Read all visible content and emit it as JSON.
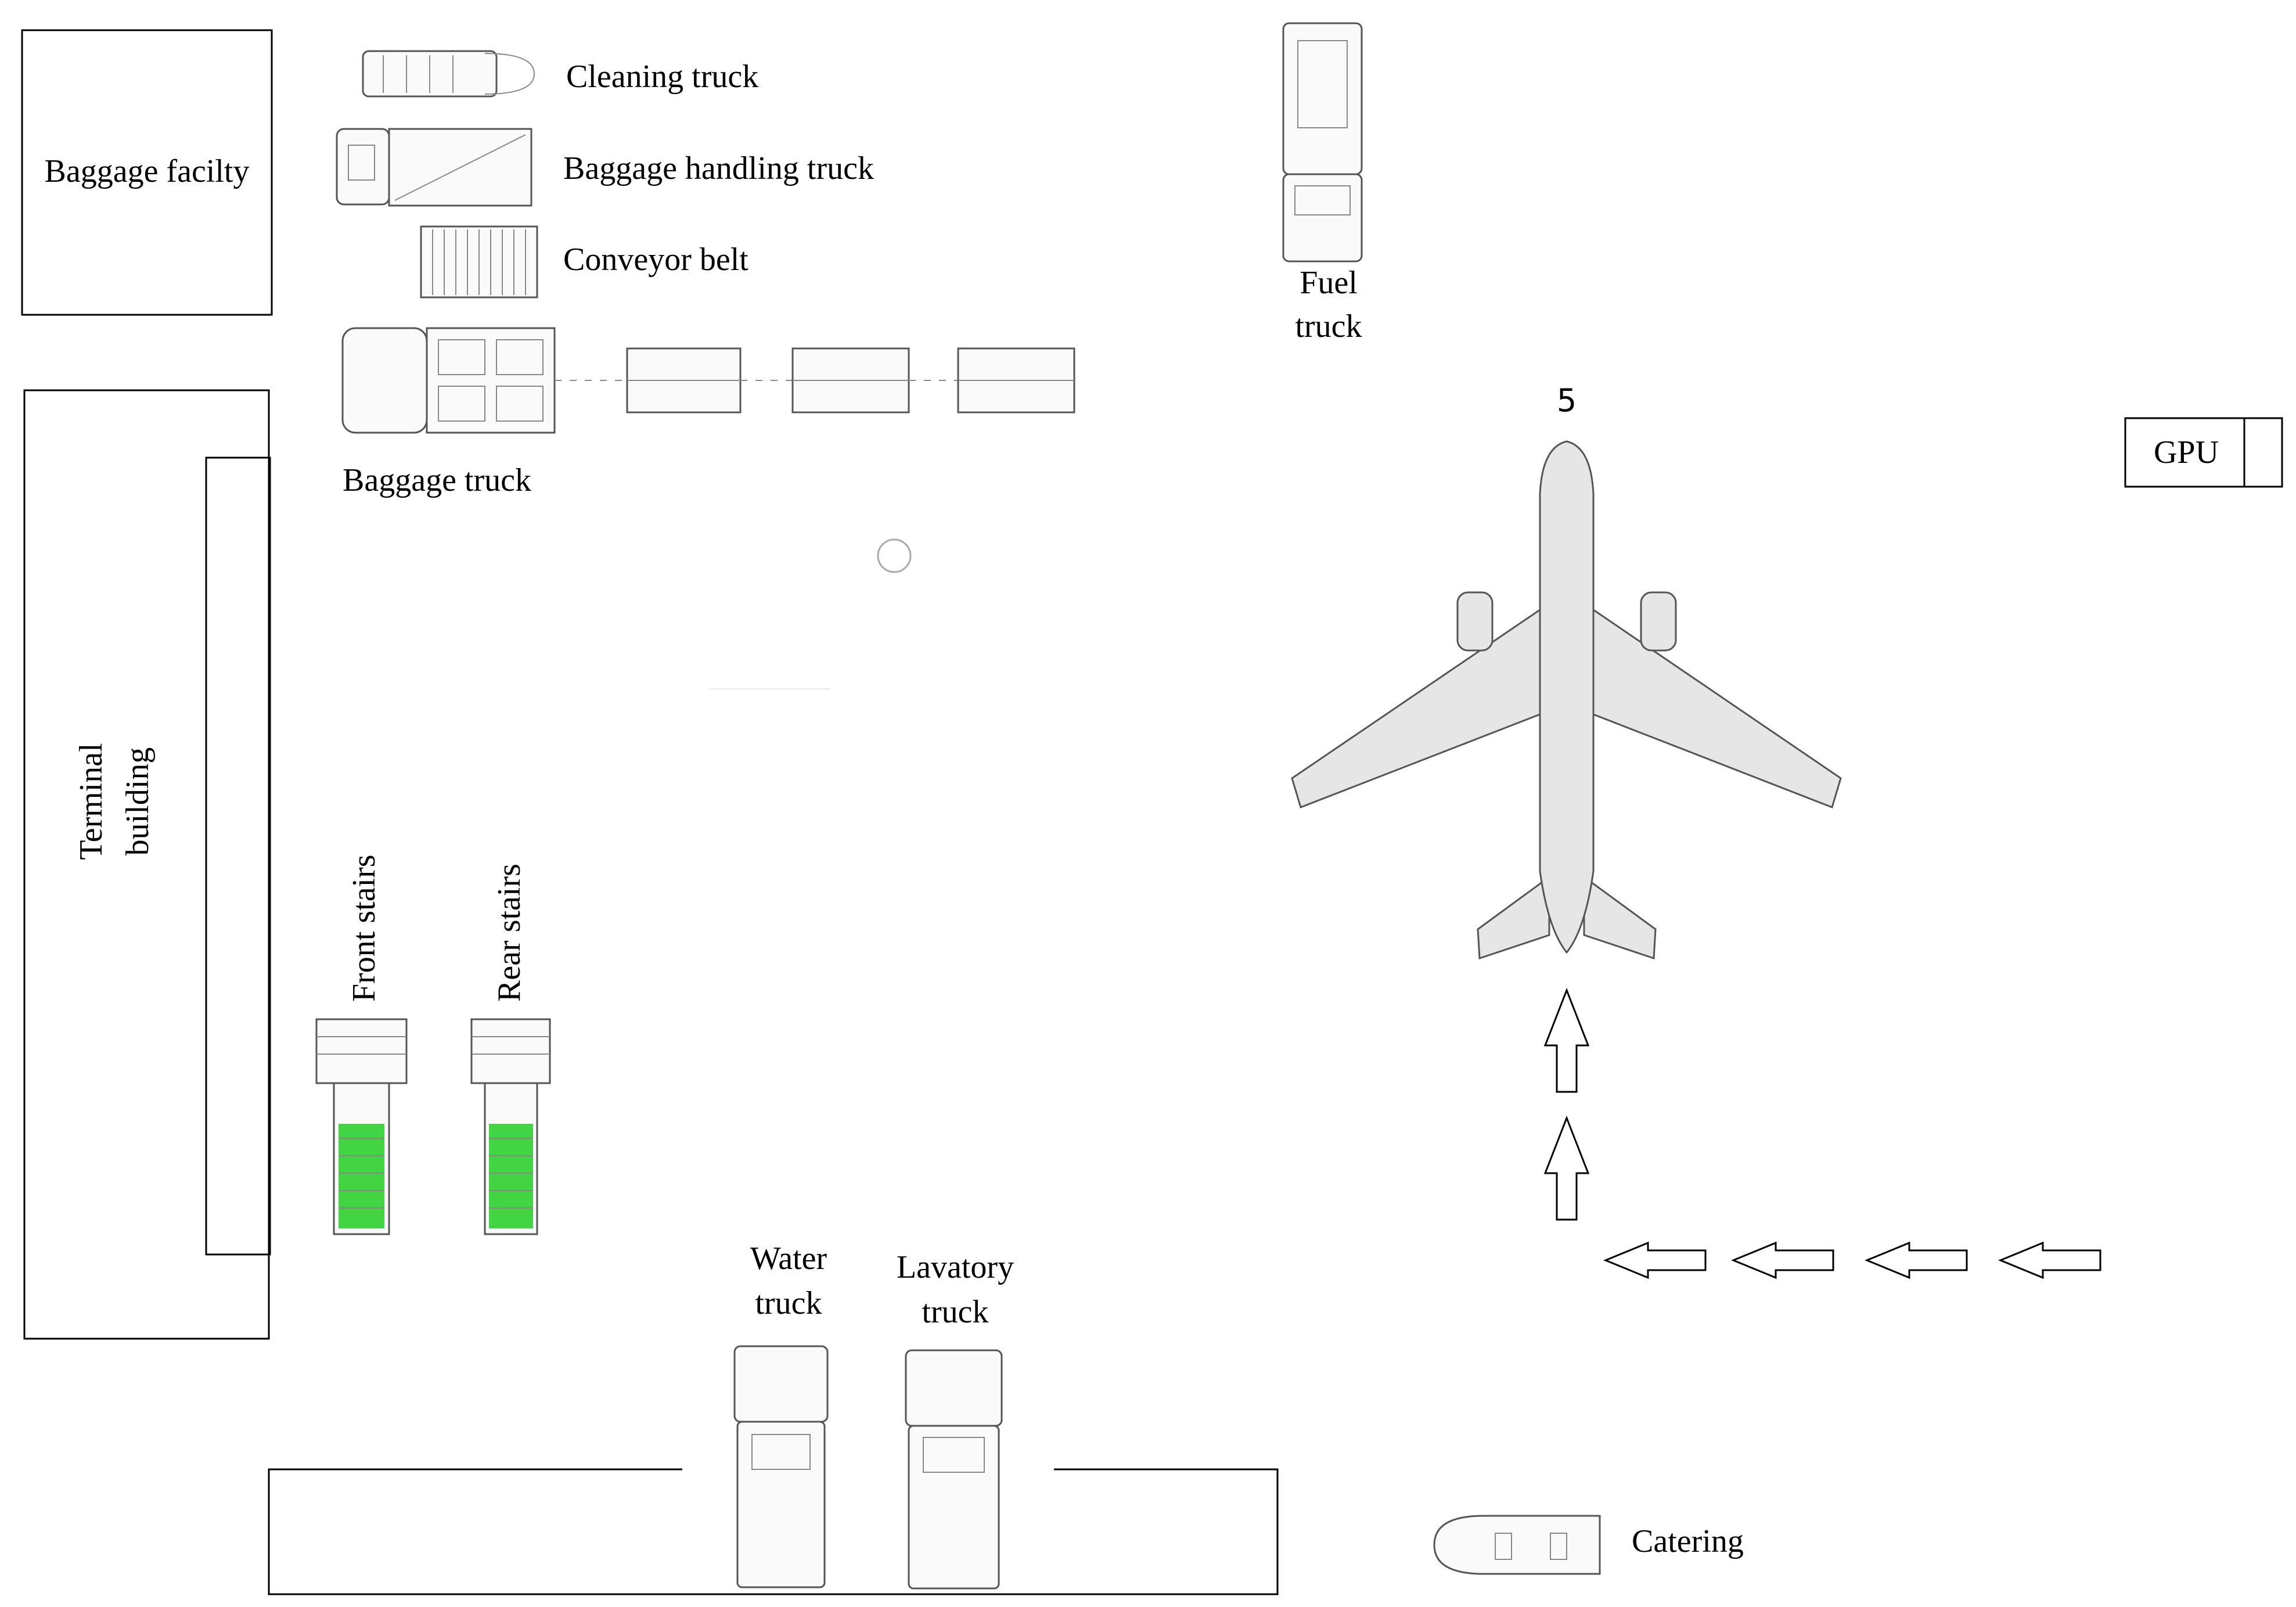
{
  "labels": {
    "baggage_facility": "Baggage facilty",
    "cleaning_truck": "Cleaning truck",
    "baggage_handling_truck": "Baggage handling truck",
    "conveyor_belt": "Conveyor belt",
    "baggage_truck": "Baggage truck",
    "fuel_truck_line1": "Fuel",
    "fuel_truck_line2": "truck",
    "stand_number": "5",
    "gpu": "GPU",
    "terminal_line1": "Terminal",
    "terminal_line2": "building",
    "front_stairs": "Front stairs",
    "rear_stairs": "Rear stairs",
    "water_truck_line1": "Water",
    "water_truck_line2": "truck",
    "lavatory_truck_line1": "Lavatory",
    "lavatory_truck_line2": "truck",
    "catering": "Catering"
  },
  "colors": {
    "stairs_steps": "#22cc22",
    "outline": "#000000"
  }
}
